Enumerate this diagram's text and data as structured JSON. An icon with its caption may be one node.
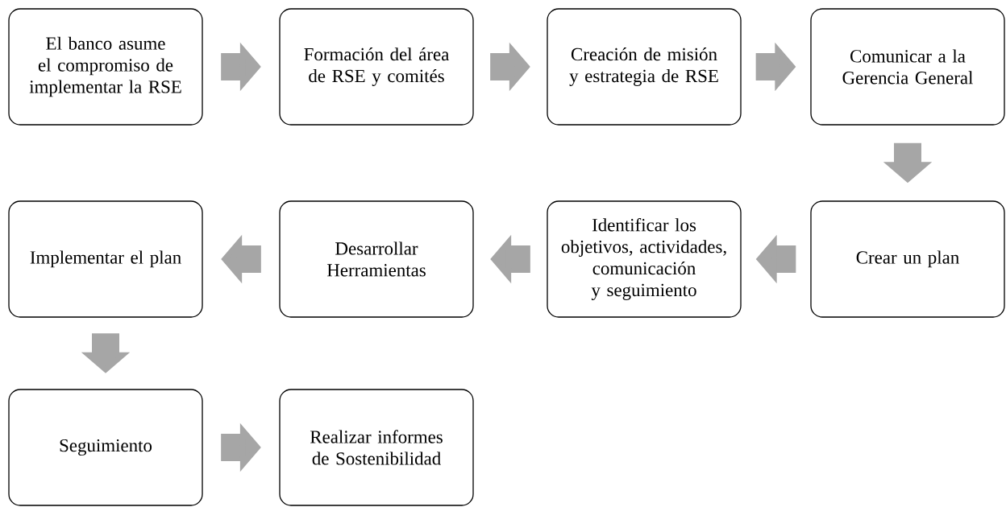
{
  "diagram": {
    "nodes": [
      {
        "text": [
          "El banco asume el compromiso de implementar la RSE"
        ]
      },
      {
        "text": [
          "Formación del área de RSE y comités"
        ]
      },
      {
        "text": [
          "Creación de misión y estrategia de RSE"
        ]
      },
      {
        "text": [
          "Comunicar a la Gerencia General"
        ]
      },
      {
        "text": [
          "Implementar el plan"
        ]
      },
      {
        "text": [
          "Desarrollar Herramientas"
        ]
      },
      {
        "text": [
          "Identificar los objetivos, actividades, comunicación y seguimiento"
        ]
      },
      {
        "text": [
          "Crear un plan"
        ]
      },
      {
        "text": [
          "Seguimiento"
        ]
      },
      {
        "text": [
          "Realizar informes de Sostenibilidad"
        ]
      }
    ],
    "edges": [
      {
        "from": 0,
        "to": 1,
        "arrow": "to"
      },
      {
        "from": 1,
        "to": 2,
        "arrow": "to"
      },
      {
        "from": 2,
        "to": 3,
        "arrow": "to"
      },
      {
        "from": 3,
        "to": 7,
        "arrow": "to"
      },
      {
        "from": 7,
        "to": 6,
        "arrow": "to"
      },
      {
        "from": 6,
        "to": 5,
        "arrow": "to"
      },
      {
        "from": 5,
        "to": 4,
        "arrow": "to"
      },
      {
        "from": 4,
        "to": 8,
        "arrow": "to"
      },
      {
        "from": 8,
        "to": 9,
        "arrow": "to"
      }
    ]
  }
}
